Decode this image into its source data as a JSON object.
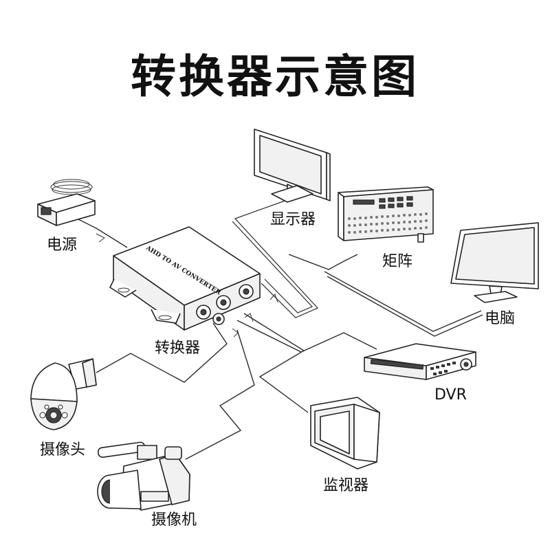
{
  "title": "转换器示意图",
  "converter": {
    "label": "转换器",
    "panel_text": "AHD TO AV CONVERTER"
  },
  "devices": {
    "power": {
      "label": "电源"
    },
    "display": {
      "label": "显示器"
    },
    "matrix": {
      "label": "矩阵"
    },
    "computer": {
      "label": "电脑"
    },
    "dvr": {
      "label": "DVR"
    },
    "monitor": {
      "label": "监视器"
    },
    "ptz_camera": {
      "label": "摄像头"
    },
    "camcorder": {
      "label": "摄像机"
    }
  }
}
